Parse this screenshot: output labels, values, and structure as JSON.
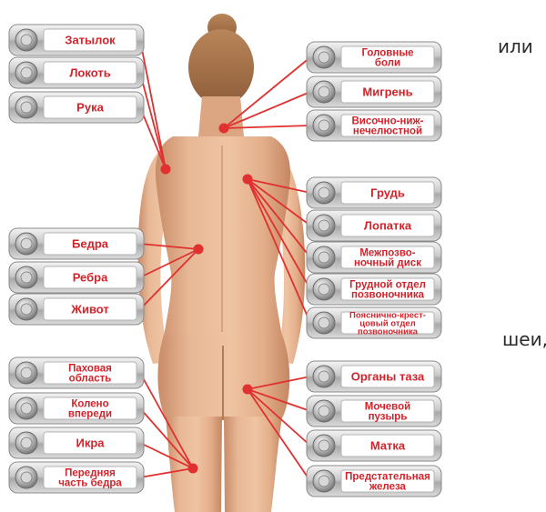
{
  "colors": {
    "label_text": "#d2232a",
    "pointer_line": "#e0302f",
    "pointer_dot": "#e0302f",
    "skin": "#e3b08c",
    "button_chrome": "#c9c9c9"
  },
  "side_text": {
    "top": "или",
    "middle": "шеи,"
  },
  "groups": [
    {
      "id": "g1",
      "icon": "metal-button-icon",
      "labels": [
        [
          "Затылок"
        ],
        [
          "Локоть"
        ],
        [
          "Рука"
        ]
      ]
    },
    {
      "id": "g2",
      "icon": "metal-button-icon",
      "labels": [
        [
          "Головные",
          "боли"
        ],
        [
          "Мигрень"
        ],
        [
          "Височно-ниж-",
          "нечелюстной"
        ]
      ]
    },
    {
      "id": "g3",
      "icon": "metal-button-icon",
      "labels": [
        [
          "Грудь"
        ],
        [
          "Лопатка"
        ],
        [
          "Межпозво-",
          "ночный диск"
        ],
        [
          "Грудной отдел",
          "позвоночника"
        ],
        [
          "Пояснично-крест-",
          "цовый отдел",
          "позвоночника"
        ]
      ]
    },
    {
      "id": "g4",
      "icon": "metal-button-icon",
      "labels": [
        [
          "Бедра"
        ],
        [
          "Ребра"
        ],
        [
          "Живот"
        ]
      ]
    },
    {
      "id": "g5",
      "icon": "metal-button-icon",
      "labels": [
        [
          "Паховая",
          "область"
        ],
        [
          "Колено",
          "впереди"
        ],
        [
          "Икра"
        ],
        [
          "Передняя",
          "часть бедра"
        ]
      ]
    },
    {
      "id": "g6",
      "icon": "metal-button-icon",
      "labels": [
        [
          "Органы таза"
        ],
        [
          "Мочевой",
          "пузырь"
        ],
        [
          "Матка"
        ],
        [
          "Предстательная",
          "железа"
        ]
      ]
    }
  ]
}
